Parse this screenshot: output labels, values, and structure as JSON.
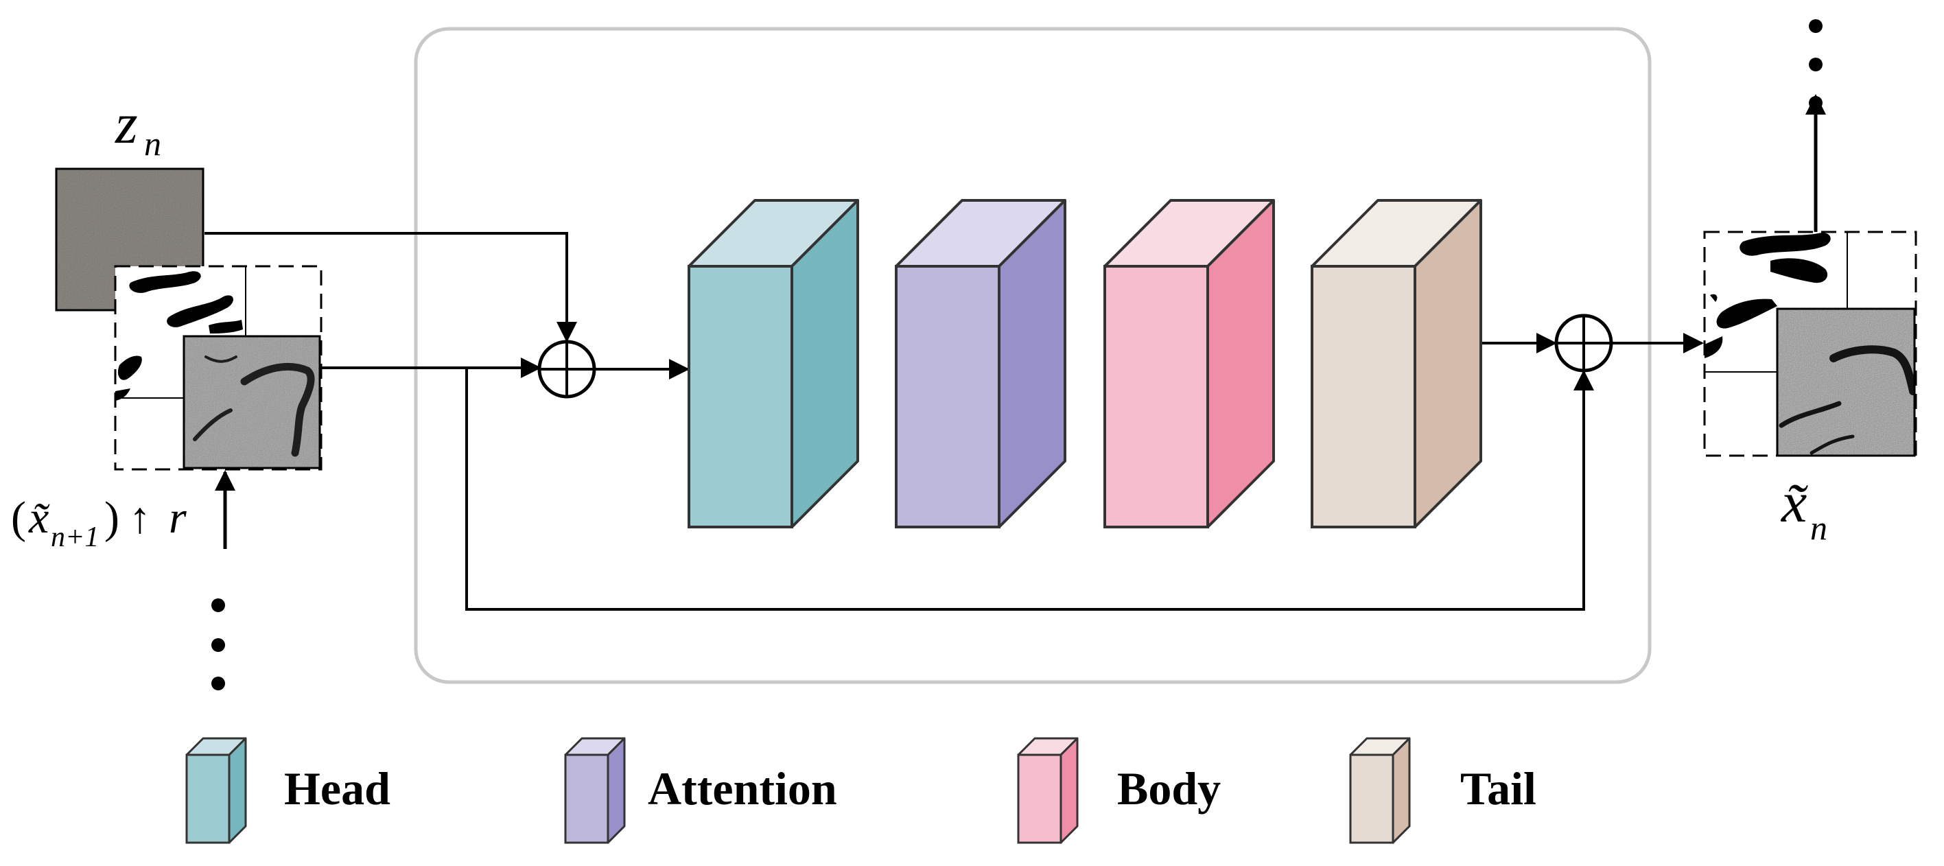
{
  "labels": {
    "z_main": "z",
    "z_sub": "n",
    "xin_open": "(",
    "xin_var": "x̃",
    "xin_sub": "n+1",
    "xin_close": ")",
    "xin_arrow": "↑",
    "xin_r": "r",
    "xout_var": "x̃",
    "xout_sub": "n"
  },
  "blocks": [
    {
      "name": "Head",
      "front": "#9ccbd2",
      "top": "#c9e1e6",
      "side": "#76b6be"
    },
    {
      "name": "Attention",
      "front": "#bdb7dc",
      "top": "#dcd9ee",
      "side": "#9890c8"
    },
    {
      "name": "Body",
      "front": "#f5bccb",
      "top": "#f9dbe3",
      "side": "#ee8ea7"
    },
    {
      "name": "Tail",
      "front": "#e6dbd3",
      "top": "#f2ece7",
      "side": "#d4bbab"
    }
  ],
  "legend": [
    {
      "label": "Head"
    },
    {
      "label": "Attention"
    },
    {
      "label": "Body"
    },
    {
      "label": "Tail"
    }
  ],
  "colors": {
    "frame": "#c8c8c8",
    "line": "#000000",
    "noise": "#7a756f"
  }
}
